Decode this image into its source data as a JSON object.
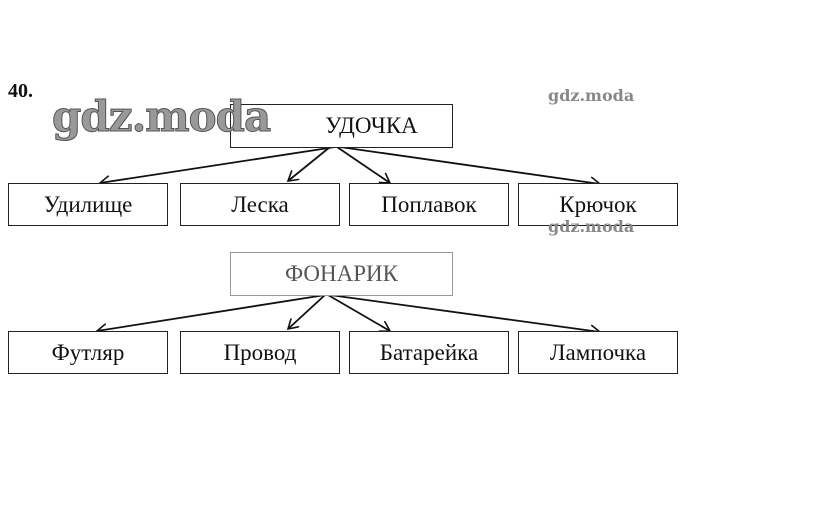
{
  "exercise_number": "40.",
  "watermarks": [
    "gdz.moda",
    "gdz.moda",
    "gdz.moda"
  ],
  "trees": [
    {
      "root": "УДОЧКА",
      "children": [
        "Удилище",
        "Леска",
        "Поплавок",
        "Крючок"
      ]
    },
    {
      "root": "ФОНАРИК",
      "children": [
        "Футляр",
        "Провод",
        "Батарейка",
        "Лампочка"
      ]
    }
  ]
}
